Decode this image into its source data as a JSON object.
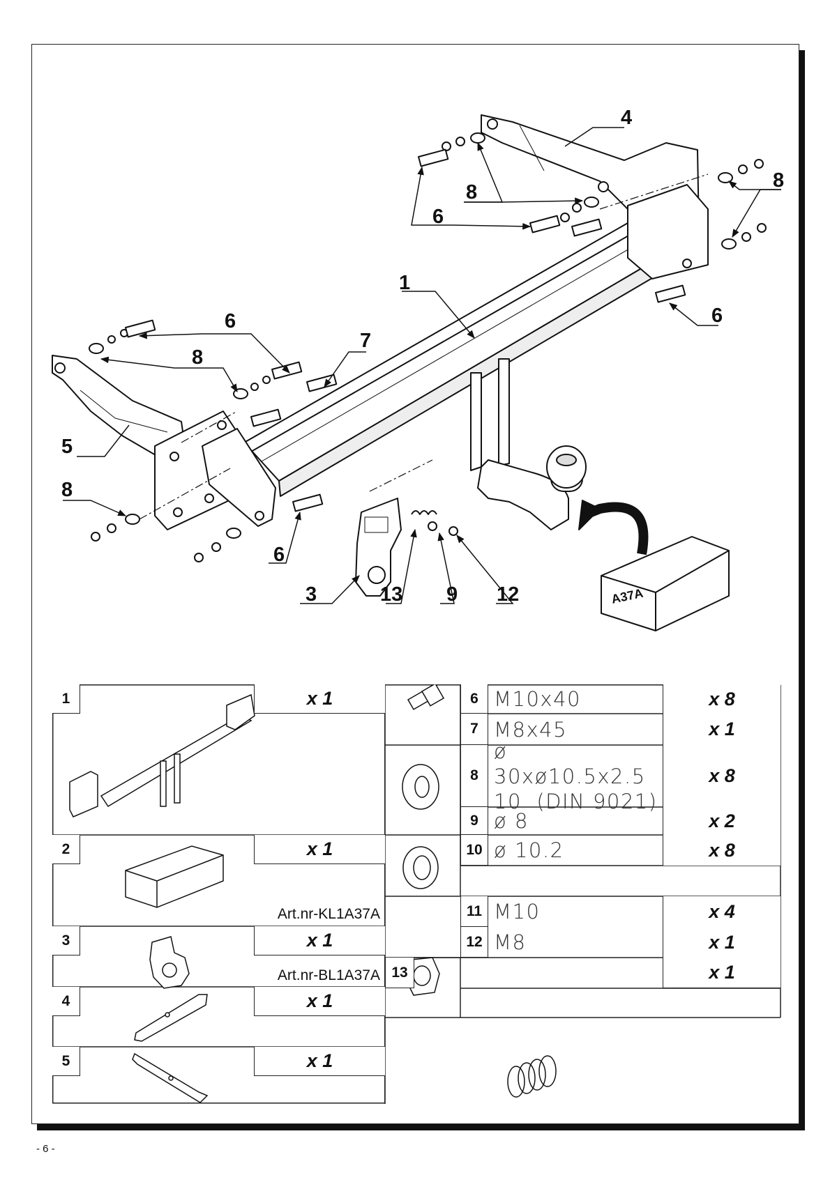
{
  "callouts": [
    "1",
    "3",
    "4",
    "5",
    "6",
    "6",
    "6",
    "6",
    "7",
    "8",
    "8",
    "8",
    "8",
    "9",
    "12",
    "13"
  ],
  "box_label": "A37A",
  "parts": [
    {
      "num": "1",
      "qty": "x 1"
    },
    {
      "num": "2",
      "qty": "x 1",
      "art": "Art.nr-KL1A37A"
    },
    {
      "num": "3",
      "qty": "x 1",
      "art": "Art.nr-BL1A37A"
    },
    {
      "num": "4",
      "qty": "x 1"
    },
    {
      "num": "5",
      "qty": "x 1"
    },
    {
      "num": "6",
      "spec": "M10x40",
      "qty": "x 8"
    },
    {
      "num": "7",
      "spec": "M8x45",
      "qty": "x 1"
    },
    {
      "num": "8",
      "spec": "ø 30xø10.5x2.5",
      "spec2": "10  (DIN 9021)",
      "qty": "x 8"
    },
    {
      "num": "9",
      "spec": "ø 8",
      "qty": "x 2"
    },
    {
      "num": "10",
      "spec": "ø 10.2",
      "qty": "x 8"
    },
    {
      "num": "11",
      "spec": "M10",
      "qty": "x 4"
    },
    {
      "num": "12",
      "spec": "M8",
      "qty": "x 1"
    },
    {
      "num": "13",
      "qty": "x 1"
    }
  ],
  "page_number": "- 6 -"
}
